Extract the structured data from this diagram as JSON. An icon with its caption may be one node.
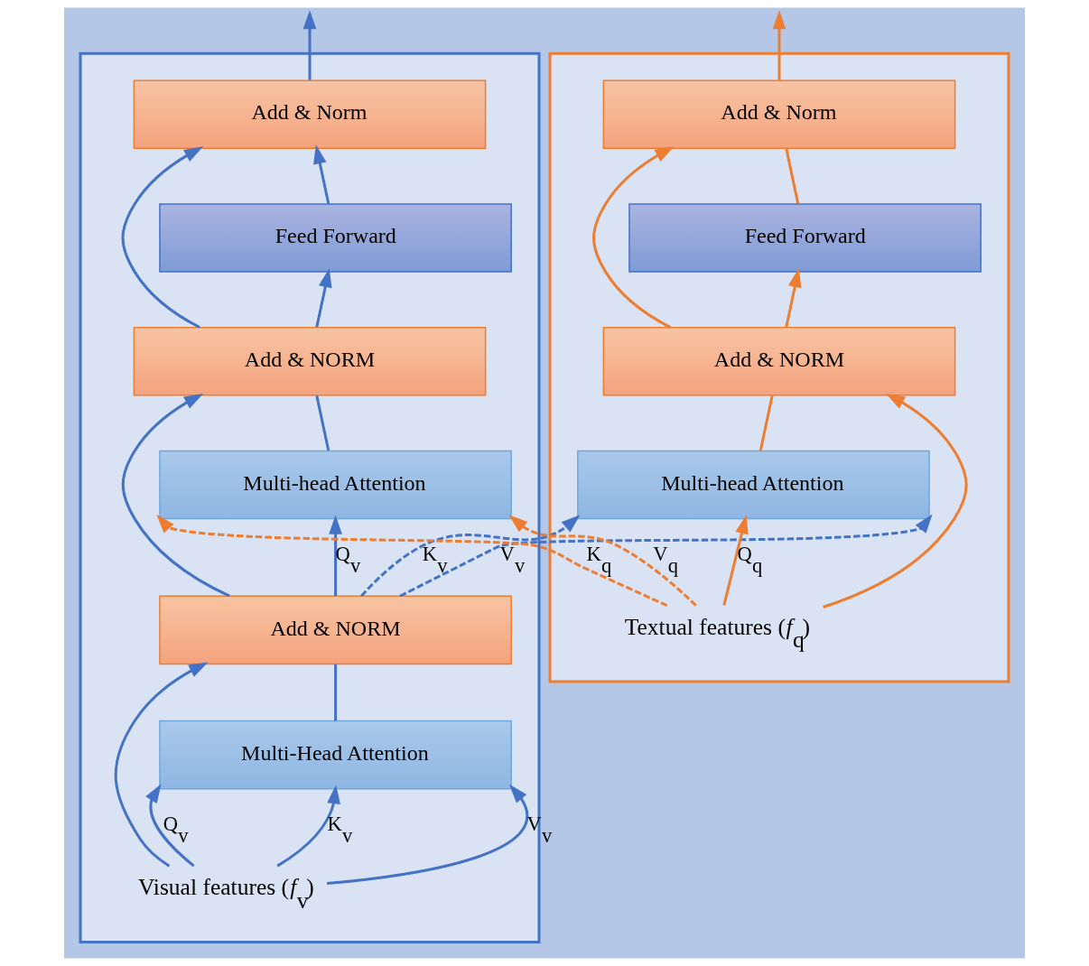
{
  "diagram": {
    "nodes": [
      {
        "text": [],
        "shape": "box"
      },
      {
        "text": [],
        "shape": "box"
      },
      {
        "text": [
          "Add & Norm"
        ],
        "in": 0
      },
      {
        "text": [
          "Feed Forward"
        ],
        "in": 0
      },
      {
        "text": [
          "Add & NORM"
        ],
        "in": 0
      },
      {
        "text": [
          "Multi-head Attention"
        ],
        "in": 0
      },
      {
        "text": [
          "Add & NORM"
        ],
        "in": 0
      },
      {
        "text": [
          "Multi-Head Attention"
        ],
        "in": 0
      },
      {
        "text": [
          "Visual features (*f*$_{v}$)"
        ],
        "in": 0
      },
      {
        "text": [
          "Add & Norm"
        ],
        "in": 1
      },
      {
        "text": [
          "Feed Forward"
        ],
        "in": 1
      },
      {
        "text": [
          "Add & NORM"
        ],
        "in": 1
      },
      {
        "text": [
          "Multi-head Attention"
        ],
        "in": 1
      },
      {
        "text": [
          "Textual features (*f*$_{q}$)"
        ],
        "in": 1
      }
    ],
    "edges": [
      {
        "from": 2,
        "to": null,
        "arrow": "to"
      },
      {
        "from": 9,
        "to": null,
        "arrow": "to",
        "color": "#ed7d31"
      },
      {
        "from": 3,
        "to": 2,
        "arrow": "to"
      },
      {
        "from": 4,
        "to": 2,
        "arrow": "to"
      },
      {
        "from": 10,
        "to": 9,
        "arrow": "none",
        "color": "#ed7d31"
      },
      {
        "from": 11,
        "to": 9,
        "arrow": "to",
        "color": "#ed7d31"
      },
      {
        "from": 4,
        "to": 3,
        "arrow": "to"
      },
      {
        "from": 11,
        "to": 10,
        "arrow": "to",
        "color": "#ed7d31"
      },
      {
        "from": 5,
        "to": 4,
        "arrow": "none"
      },
      {
        "from": 6,
        "to": 4,
        "arrow": "to"
      },
      {
        "from": 12,
        "to": 11,
        "arrow": "none",
        "color": "#ed7d31"
      },
      {
        "from": 13,
        "to": 11,
        "arrow": "to",
        "color": "#ed7d31"
      },
      {
        "from": 6,
        "to": 5,
        "arrow": "to",
        "label": "Q$_{v}$"
      },
      {
        "from": 13,
        "to": 5,
        "arrow": "to",
        "label": "K$_{q}$",
        "style": "dashed",
        "color": "#ed7d31"
      },
      {
        "from": 13,
        "to": 5,
        "arrow": "to",
        "label": "V$_{q}$",
        "style": "dashed",
        "color": "#ed7d31"
      },
      {
        "from": 13,
        "to": 12,
        "arrow": "to",
        "label": "Q$_{q}$",
        "color": "#ed7d31"
      },
      {
        "from": 6,
        "to": 12,
        "arrow": "to",
        "label": "K$_{v}$",
        "style": "dashed"
      },
      {
        "from": 6,
        "to": 12,
        "arrow": "to",
        "label": "V$_{v}$",
        "style": "dashed"
      },
      {
        "from": 7,
        "to": 6,
        "arrow": "none"
      },
      {
        "from": 8,
        "to": 6,
        "arrow": "to"
      },
      {
        "from": 8,
        "to": 7,
        "arrow": "to",
        "label": "Q$_{v}$"
      },
      {
        "from": 8,
        "to": 7,
        "arrow": "to",
        "label": "K$_{v}$"
      },
      {
        "from": 8,
        "to": 7,
        "arrow": "to",
        "label": "V$_{v}$"
      }
    ]
  }
}
